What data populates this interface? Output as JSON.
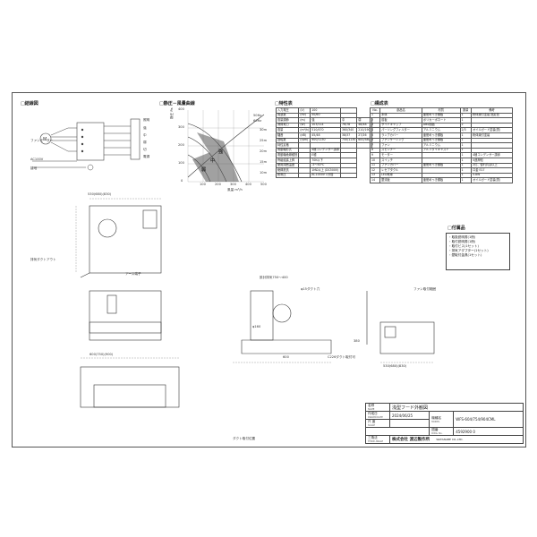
{
  "sections": {
    "wiring": "□結線図",
    "static": "□静圧－風量曲線",
    "specs": "□特性表",
    "parts": "□構成表",
    "accessories": "□付属品"
  },
  "wiring_labels": [
    "ファンモーター",
    "照明",
    "AC100V",
    "接地",
    "強",
    "中",
    "弱",
    "切",
    "電源"
  ],
  "curve": {
    "y_label": "静圧 Pa",
    "x_label": "風量 m³/h",
    "y_ticks": [
      "400",
      "300",
      "200",
      "100",
      "0"
    ],
    "x_ticks": [
      "100",
      "200",
      "300",
      "400",
      "500"
    ],
    "right_labels": [
      "50Hz",
      "60Hz",
      "30m",
      "25m",
      "20m",
      "15m",
      "10m"
    ],
    "curve_labels": [
      "強",
      "中",
      "弱"
    ]
  },
  "specs_table": {
    "rows": [
      [
        "入力電圧",
        "(V)",
        "100",
        ""
      ],
      [
        "周波数",
        "(Hz)",
        "50/60",
        ""
      ],
      [
        "風量調節",
        "(m)",
        "強",
        "中",
        "弱"
      ],
      [
        "消費電力",
        "(W)",
        "103/114",
        "76/78",
        "48/48"
      ],
      [
        "風量",
        "(m³/h)",
        "510/470",
        "360/340",
        "210/190"
      ],
      [
        "騒音",
        "(dB)",
        "45/48",
        "38/37",
        "27/26"
      ],
      [
        "回転数",
        "(rpm)",
        "900/1150",
        "750/1130",
        "600/580"
      ],
      [
        "特性定格",
        "",
        "",
        "",
        ""
      ],
      [
        "電動機形式",
        "",
        "4極コンデンサー誘導",
        ""
      ],
      [
        "電動機絶縁種別",
        "",
        "E種",
        ""
      ],
      [
        "骨組結露上昇",
        "",
        "70K以下",
        ""
      ],
      [
        "使用周囲温度",
        "",
        "-5～40℃",
        ""
      ],
      [
        "絶縁抵抗",
        "",
        "1MΩ以上 (DC500V)",
        ""
      ],
      [
        "耐電圧",
        "",
        "AC1000V 1分間",
        ""
      ]
    ]
  },
  "parts_table": {
    "header": [
      "No.",
      "部品名",
      "材質",
      "数量",
      "備考"
    ],
    "rows": [
      [
        "1",
        "本体",
        "亜鉛めっき鋼板",
        "1",
        "粉体焼付塗装 指定色"
      ],
      [
        "2",
        "前板",
        "ポリカーボネート",
        "1",
        ""
      ],
      [
        "3",
        "サイドキャップ",
        "ABS樹脂",
        "2",
        ""
      ],
      [
        "4",
        "パーツングフィルター",
        "アルミニウム",
        "2/3",
        "オイルガード塗装(黒)"
      ],
      [
        "5",
        "ランプカバー",
        "亜鉛めっき鋼板",
        "1",
        "粉体焼付塗装"
      ],
      [
        "6",
        "ファンケーシング",
        "亜鉛めっき鋼板",
        "1",
        ""
      ],
      [
        "7",
        "ファン",
        "アルミニウム",
        "1",
        ""
      ],
      [
        "8",
        "スピンナー",
        "アルミダイキャスト",
        "1",
        ""
      ],
      [
        "9",
        "モーター",
        "",
        "1",
        "4極コンデンサー誘導"
      ],
      [
        "10",
        "スイッチ",
        "",
        "1",
        "5連押釦"
      ],
      [
        "11",
        "ファンカバー",
        "亜鉛めっき鋼板",
        "1",
        "2灯、優れ片は以上"
      ],
      [
        "12",
        "レセプタクル",
        "",
        "1",
        "口金 E17"
      ],
      [
        "13",
        "LED電球",
        "",
        "1",
        "5.8W"
      ],
      [
        "14",
        "整流板",
        "亜鉛めっき鋼板",
        "1",
        "オイルガード塗装(黒)"
      ]
    ]
  },
  "accessories": [
    "・取扱説明書(1冊)",
    "・取付説明書(1冊)",
    "・取付ビス(1セット)",
    "・排気アダプター(1セット)",
    "・壁取付金具(1セット)"
  ],
  "drawing_labels": {
    "front_top": "530(680)(830)",
    "intake": "排気ダクトアウト",
    "side_note": "アース端子",
    "duct": "C226ダクト取付可",
    "width_bottom": "600(750)(900)",
    "width_bottom2": "530(680)(830)",
    "depth": "600",
    "depth2": "380",
    "grease": "φ160",
    "note1": "設計排気750～400",
    "note2": "φ15ダクト穴",
    "note3": "ファン取付範囲",
    "bottom_note": "ダクト取付位置"
  },
  "title_block": {
    "name_label": "名称",
    "name_label_sub": "NAME",
    "name": "浅型フード外観図",
    "date_label": "作成日",
    "date_label_sub": "DRAWN DATE",
    "date": "2024/06/25",
    "model_label": "機種名",
    "model_label_sub": "MODEL",
    "model": "WFS-604/754/904CML",
    "scale_label": "尺 度",
    "scale_label_sub": "SCALE",
    "scale": "",
    "drawing_no_label": "図番",
    "drawing_no_label_sub": "DWG. No.",
    "drawing_no": "4592900 0",
    "third_angle": "三角法",
    "third_angle_sub": "THIRD ANGLE",
    "company": "株式会社 渡辺製作所",
    "company_en": "WATANABE CO.,LTD."
  }
}
